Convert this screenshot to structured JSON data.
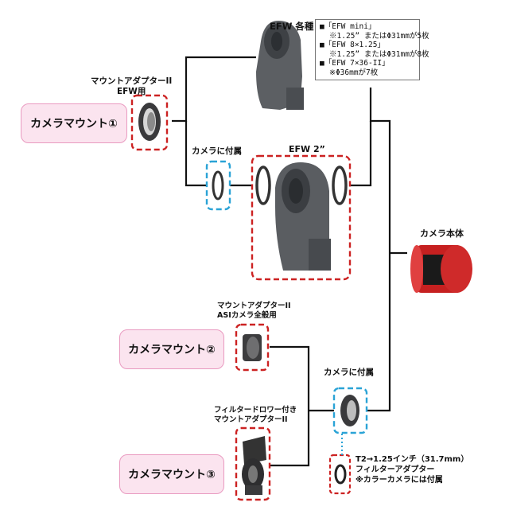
{
  "mount1": {
    "label": "カメラマウント①"
  },
  "mount2": {
    "label": "カメラマウント②"
  },
  "mount3": {
    "label": "カメラマウント③"
  },
  "adapter_efw": {
    "lines": [
      "マウントアダプターII",
      "EFW用"
    ]
  },
  "adapter_asi": {
    "lines": [
      "マウントアダプターII",
      "ASIカメラ全般用"
    ]
  },
  "adapter_drawer": {
    "lines": [
      "フィルタードロワー付き",
      "マウントアダプターII"
    ]
  },
  "efw_various": {
    "label": "EFW 各種"
  },
  "efw2": {
    "label": "EFW 2”"
  },
  "camera_included_top": {
    "label": "カメラに付属"
  },
  "camera_included_bottom": {
    "label": "カメラに付属"
  },
  "camera_body": {
    "label": "カメラ本体"
  },
  "t2_adapter": {
    "lines": [
      "T2→1.25インチ（31.7mm）",
      "フィルターアダプター",
      "※カラーカメラには付属"
    ]
  },
  "efw_list": {
    "lines": [
      "■「EFW mini」",
      "※1.25” またはΦ31mmが5枚",
      "■「EFW 8×1.25」",
      "※1.25” またはΦ31mmが8枚",
      "■「EFW 7×36-II」",
      "※Φ36mmが7枚"
    ]
  },
  "colors": {
    "red_dash": "#cc2222",
    "blue_dash": "#2aa3d6",
    "pill_fill": "#fbe4ef",
    "pill_border": "#e99ac0"
  }
}
